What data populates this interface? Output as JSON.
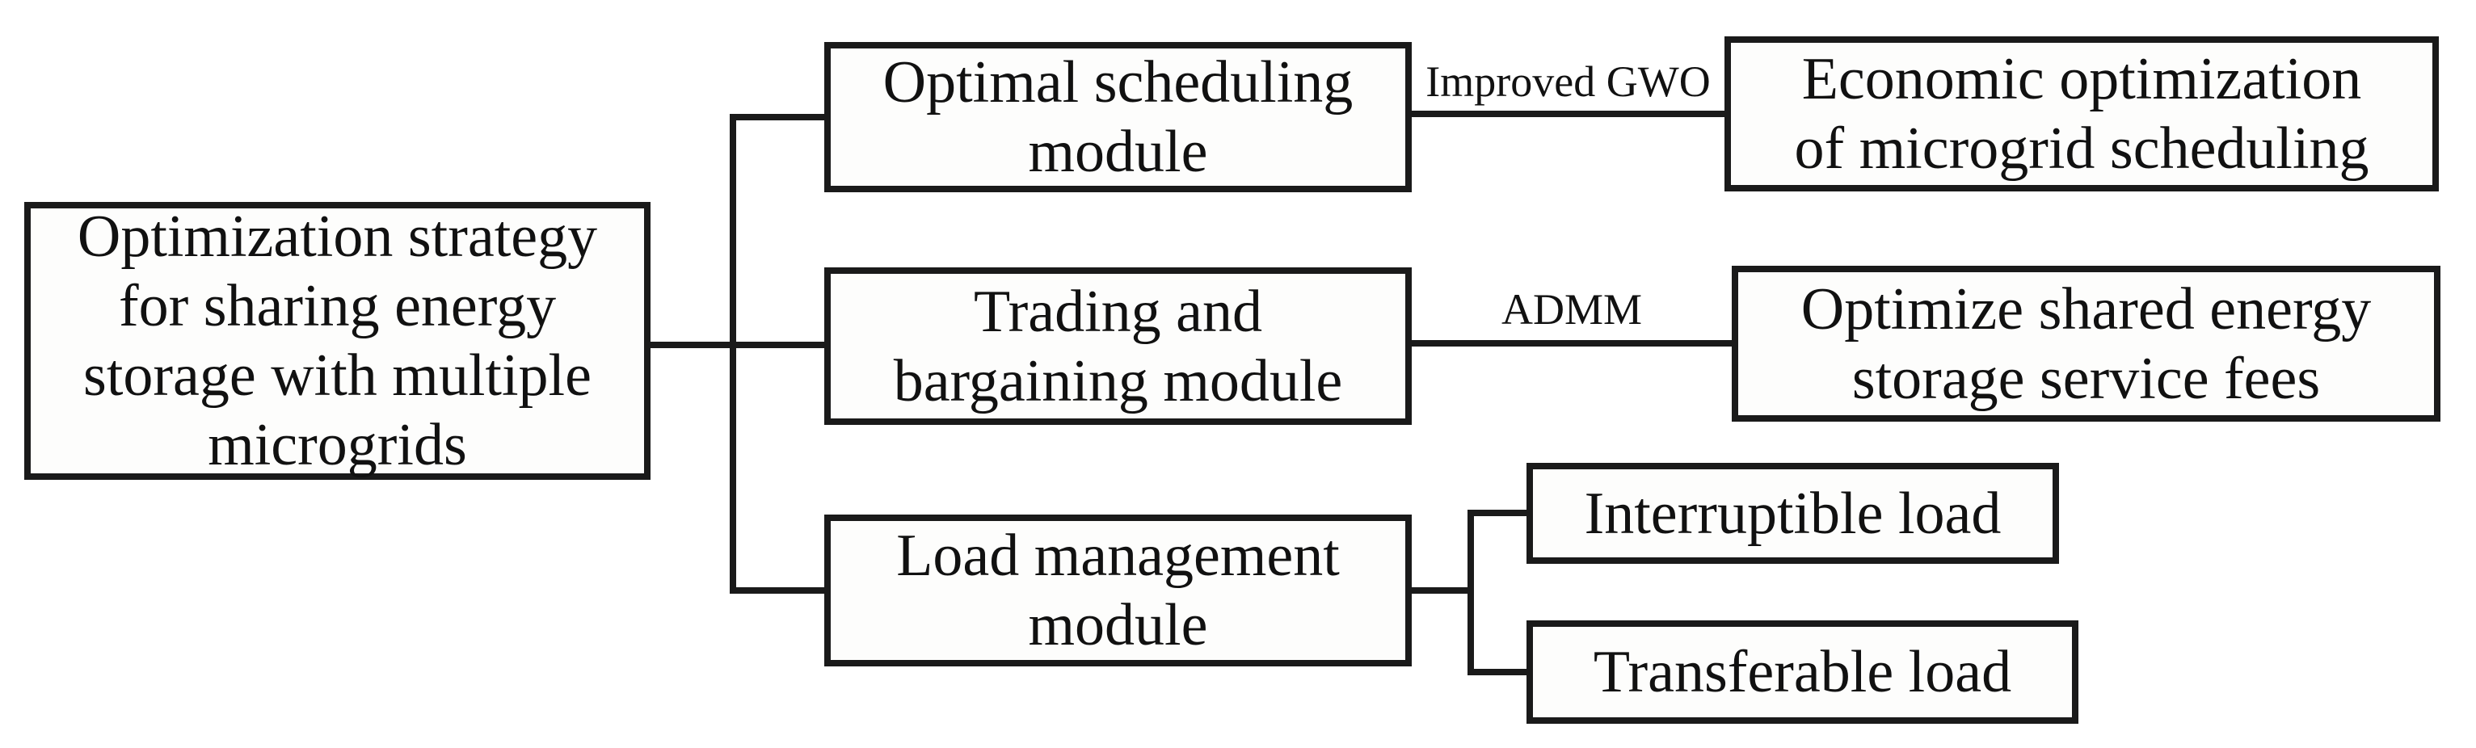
{
  "diagram": {
    "colors": {
      "line": "#1a1a1a",
      "text": "#111111",
      "box_fill": "#fdfdfc",
      "background": "#ffffff"
    },
    "root": {
      "label": "Optimization strategy\nfor sharing energy\nstorage with multiple\nmicrogrids"
    },
    "modules": [
      {
        "label": "Optimal scheduling\nmodule"
      },
      {
        "label": "Trading and\nbargaining module"
      },
      {
        "label": "Load management\nmodule"
      }
    ],
    "methods": [
      {
        "label": "Improved GWO"
      },
      {
        "label": "ADMM"
      }
    ],
    "outcomes": [
      {
        "label": "Economic optimization\nof microgrid scheduling"
      },
      {
        "label": "Optimize shared energy\nstorage service fees"
      },
      {
        "label": "Interruptible load"
      },
      {
        "label": "Transferable load"
      }
    ]
  }
}
